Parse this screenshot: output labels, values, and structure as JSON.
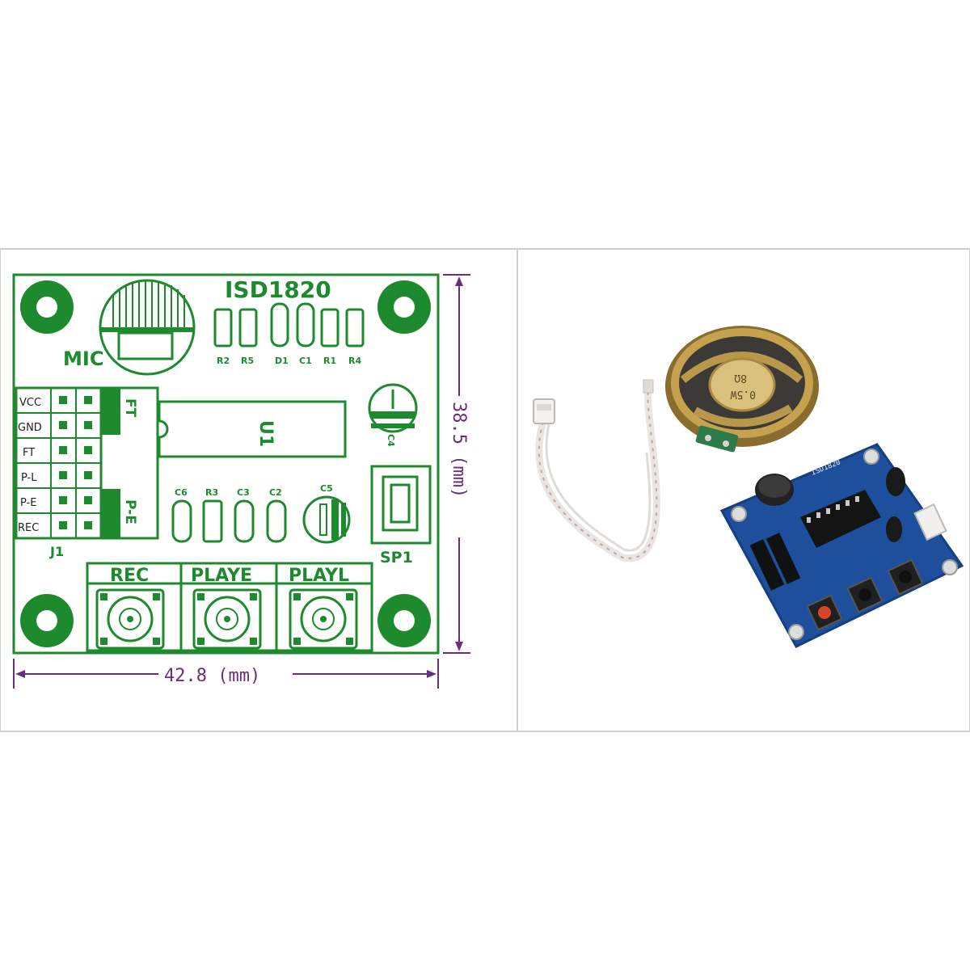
{
  "board": {
    "title": "ISD1820",
    "mic_label": "MIC",
    "ic_label": "U1",
    "header_label": "J1",
    "speaker_label": "SP1",
    "cap_c4": "C4",
    "pins": [
      "VCC",
      "GND",
      "FT",
      "P-L",
      "P-E",
      "REC"
    ],
    "jumper_ft": "FT",
    "jumper_pe": "P-E",
    "top_parts": [
      "R2",
      "R5",
      "D1",
      "C1",
      "R1",
      "R4"
    ],
    "mid_parts": [
      "C6",
      "R3",
      "C3",
      "C2",
      "C5"
    ],
    "buttons": [
      "REC",
      "PLAYE",
      "PLAYL"
    ],
    "width_dim": "42.8 (mm)",
    "height_dim": "38.5 (mm)"
  },
  "photo": {
    "speaker_marking_1": "8Ω",
    "speaker_marking_2": "0.5W",
    "board_marking": "ISD1820"
  },
  "colors": {
    "silk_green": "#1d8a2e",
    "dim_purple": "#6b2e7e",
    "pcb_blue": "#1d4f9c"
  }
}
